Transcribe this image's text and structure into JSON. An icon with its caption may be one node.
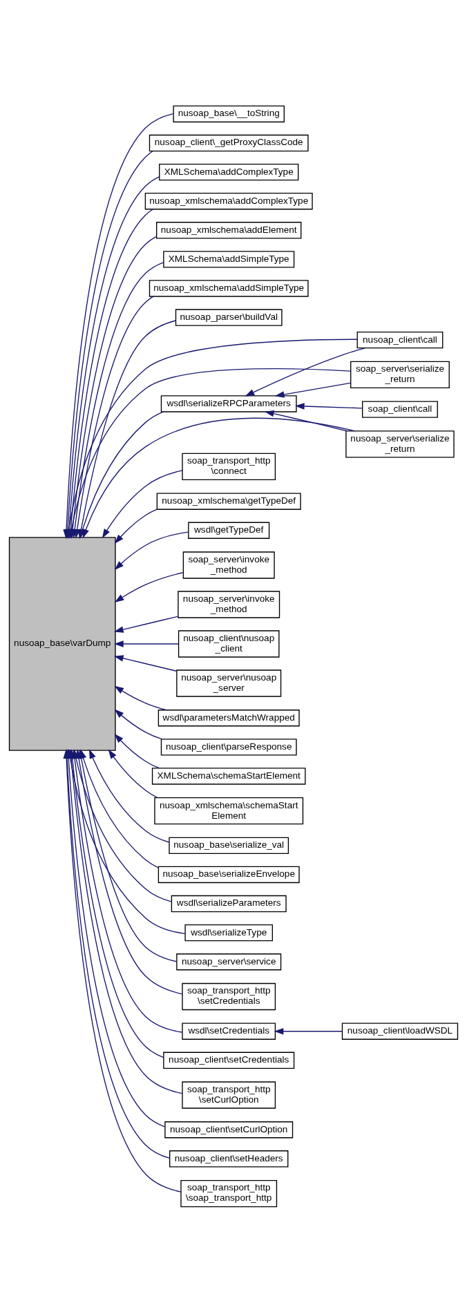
{
  "diagram": {
    "nodes": [
      {
        "text": [
          "nusoap_base\\varDump"
        ]
      },
      {
        "text": [
          "nusoap_base\\__toString"
        ]
      },
      {
        "text": [
          "nusoap_client\\_getProxyClassCode"
        ]
      },
      {
        "text": [
          "XMLSchema\\addComplexType"
        ]
      },
      {
        "text": [
          "nusoap_xmlschema\\addComplexType"
        ]
      },
      {
        "text": [
          "nusoap_xmlschema\\addElement"
        ]
      },
      {
        "text": [
          "XMLSchema\\addSimpleType"
        ]
      },
      {
        "text": [
          "nusoap_xmlschema\\addSimpleType"
        ]
      },
      {
        "text": [
          "nusoap_parser\\buildVal"
        ]
      },
      {
        "text": [
          "nusoap_client\\call"
        ]
      },
      {
        "text": [
          "soap_server\\serialize _return"
        ]
      },
      {
        "text": [
          "wsdl\\serializeRPCParameters"
        ]
      },
      {
        "text": [
          "soap_client\\call"
        ]
      },
      {
        "text": [
          "nusoap_server\\serialize _return"
        ]
      },
      {
        "text": [
          "soap_transport_http \\connect"
        ]
      },
      {
        "text": [
          "nusoap_xmlschema\\getTypeDef"
        ]
      },
      {
        "text": [
          "wsdl\\getTypeDef"
        ]
      },
      {
        "text": [
          "soap_server\\invoke _method"
        ]
      },
      {
        "text": [
          "nusoap_server\\invoke _method"
        ]
      },
      {
        "text": [
          "nusoap_client\\nusoap _client"
        ]
      },
      {
        "text": [
          "nusoap_server\\nusoap _server"
        ]
      },
      {
        "text": [
          "wsdl\\parametersMatchWrapped"
        ]
      },
      {
        "text": [
          "nusoap_client\\parseResponse"
        ]
      },
      {
        "text": [
          "XMLSchema\\schemaStartElement"
        ]
      },
      {
        "text": [
          "nusoap_xmlschema\\schemaStart Element"
        ]
      },
      {
        "text": [
          "nusoap_base\\serialize_val"
        ]
      },
      {
        "text": [
          "nusoap_base\\serializeEnvelope"
        ]
      },
      {
        "text": [
          "wsdl\\serializeParameters"
        ]
      },
      {
        "text": [
          "wsdl\\serializeType"
        ]
      },
      {
        "text": [
          "nusoap_server\\service"
        ]
      },
      {
        "text": [
          "soap_transport_http \\setCredentials"
        ]
      },
      {
        "text": [
          "wsdl\\setCredentials"
        ]
      },
      {
        "text": [
          "nusoap_client\\loadWSDL"
        ]
      },
      {
        "text": [
          "nusoap_client\\setCredentials"
        ]
      },
      {
        "text": [
          "soap_transport_http \\setCurlOption"
        ]
      },
      {
        "text": [
          "nusoap_client\\setCurlOption"
        ]
      },
      {
        "text": [
          "nusoap_client\\setHeaders"
        ]
      },
      {
        "text": [
          "soap_transport_http \\soap_transport_http"
        ]
      }
    ],
    "edges": [
      {
        "from": 1,
        "to": 0,
        "arrow": "to"
      },
      {
        "from": 2,
        "to": 0,
        "arrow": "to"
      },
      {
        "from": 3,
        "to": 0,
        "arrow": "to"
      },
      {
        "from": 4,
        "to": 0,
        "arrow": "to"
      },
      {
        "from": 5,
        "to": 0,
        "arrow": "to"
      },
      {
        "from": 6,
        "to": 0,
        "arrow": "to"
      },
      {
        "from": 7,
        "to": 0,
        "arrow": "to"
      },
      {
        "from": 8,
        "to": 0,
        "arrow": "to"
      },
      {
        "from": 9,
        "to": 0,
        "arrow": "to"
      },
      {
        "from": 10,
        "to": 0,
        "arrow": "to"
      },
      {
        "from": 11,
        "to": 0,
        "arrow": "to"
      },
      {
        "from": 13,
        "to": 0,
        "arrow": "to"
      },
      {
        "from": 14,
        "to": 0,
        "arrow": "to"
      },
      {
        "from": 15,
        "to": 0,
        "arrow": "to"
      },
      {
        "from": 16,
        "to": 0,
        "arrow": "to"
      },
      {
        "from": 17,
        "to": 0,
        "arrow": "to"
      },
      {
        "from": 18,
        "to": 0,
        "arrow": "to"
      },
      {
        "from": 19,
        "to": 0,
        "arrow": "to"
      },
      {
        "from": 20,
        "to": 0,
        "arrow": "to"
      },
      {
        "from": 21,
        "to": 0,
        "arrow": "to"
      },
      {
        "from": 22,
        "to": 0,
        "arrow": "to"
      },
      {
        "from": 23,
        "to": 0,
        "arrow": "to"
      },
      {
        "from": 24,
        "to": 0,
        "arrow": "to"
      },
      {
        "from": 25,
        "to": 0,
        "arrow": "to"
      },
      {
        "from": 26,
        "to": 0,
        "arrow": "to"
      },
      {
        "from": 27,
        "to": 0,
        "arrow": "to"
      },
      {
        "from": 28,
        "to": 0,
        "arrow": "to"
      },
      {
        "from": 29,
        "to": 0,
        "arrow": "to"
      },
      {
        "from": 30,
        "to": 0,
        "arrow": "to"
      },
      {
        "from": 31,
        "to": 0,
        "arrow": "to"
      },
      {
        "from": 33,
        "to": 0,
        "arrow": "to"
      },
      {
        "from": 34,
        "to": 0,
        "arrow": "to"
      },
      {
        "from": 35,
        "to": 0,
        "arrow": "to"
      },
      {
        "from": 36,
        "to": 0,
        "arrow": "to"
      },
      {
        "from": 37,
        "to": 0,
        "arrow": "to"
      },
      {
        "from": 9,
        "to": 11,
        "arrow": "to"
      },
      {
        "from": 10,
        "to": 11,
        "arrow": "to"
      },
      {
        "from": 12,
        "to": 11,
        "arrow": "to"
      },
      {
        "from": 13,
        "to": 11,
        "arrow": "to"
      },
      {
        "from": 32,
        "to": 31,
        "arrow": "to"
      }
    ]
  }
}
